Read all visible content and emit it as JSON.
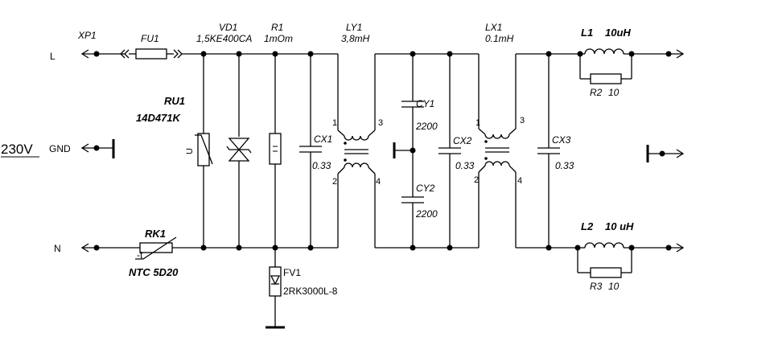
{
  "terminals": {
    "L": "L",
    "GND": "GND",
    "N": "N",
    "voltage": "230V"
  },
  "components": {
    "XP1": "XP1",
    "FU1": "FU1",
    "VD1": {
      "ref": "VD1",
      "value": "1,5KE400CA"
    },
    "R1": {
      "ref": "R1",
      "value": "1mOm"
    },
    "RU1": {
      "ref": "RU1",
      "value": "14D471K"
    },
    "RK1": {
      "ref": "RK1",
      "value": "NTC 5D20",
      "mark": "-t"
    },
    "FV1": {
      "ref": "FV1",
      "value": "2RK3000L-8"
    },
    "CX1": {
      "ref": "CX1",
      "value": "0.33"
    },
    "LY1": {
      "ref": "LY1",
      "value": "3,8mH"
    },
    "CY1": {
      "ref": "CY1",
      "value": "2200"
    },
    "CY2": {
      "ref": "CY2",
      "value": "2200"
    },
    "CX2": {
      "ref": "CX2",
      "value": "0.33"
    },
    "LX1": {
      "ref": "LX1",
      "value": "0.1mH"
    },
    "CX3": {
      "ref": "CX3",
      "value": "0.33"
    },
    "L1": {
      "ref": "L1",
      "value": "10uH"
    },
    "R2": {
      "ref": "R2",
      "value": "10"
    },
    "L2": {
      "ref": "L2",
      "value": "10 uH"
    },
    "R3": {
      "ref": "R3",
      "value": "10"
    }
  },
  "pins": {
    "p1": "1",
    "p2": "2",
    "p3": "3",
    "p4": "4"
  }
}
